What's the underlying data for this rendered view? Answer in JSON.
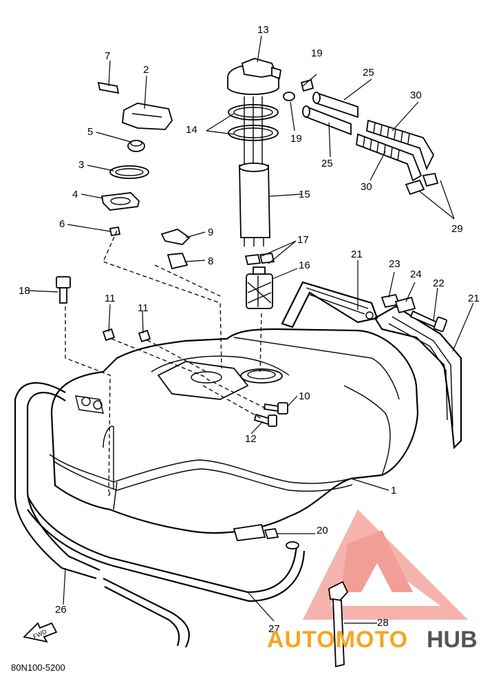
{
  "diagram": {
    "code": "80N100-5200",
    "fwd_label": "FWD",
    "watermark": {
      "prefix": "AUTOMOTO",
      "suffix": "HUB",
      "accent_color": "#e85a4f",
      "orange_color": "#f5a623"
    },
    "callouts": {
      "c1": "1",
      "c2": "2",
      "c3": "3",
      "c4": "4",
      "c5": "5",
      "c6": "6",
      "c7": "7",
      "c8": "8",
      "c9": "9",
      "c10": "10",
      "c11a": "11",
      "c11b": "11",
      "c12": "12",
      "c13": "13",
      "c14": "14",
      "c15": "15",
      "c16": "16",
      "c17": "17",
      "c18": "18",
      "c19a": "19",
      "c19b": "19",
      "c20": "20",
      "c21a": "21",
      "c21b": "21",
      "c22": "22",
      "c23": "23",
      "c24": "24",
      "c25a": "25",
      "c25b": "25",
      "c26": "26",
      "c27": "27",
      "c28": "28",
      "c29": "29",
      "c30a": "30",
      "c30b": "30"
    }
  }
}
